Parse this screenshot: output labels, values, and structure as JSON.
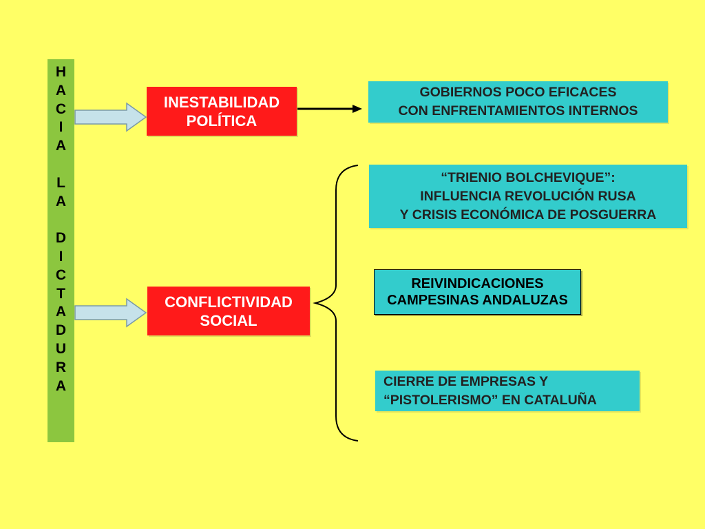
{
  "vertical_bar": {
    "text": "HACIA LA DICTADURA"
  },
  "boxes": {
    "inestabilidad": "INESTABILIDAD\nPOLÍTICA",
    "conflictividad": "CONFLICTIVIDAD\nSOCIAL",
    "gobiernos": "GOBIERNOS POCO EFICACES\nCON ENFRENTAMIENTOS INTERNOS",
    "trienio": "“TRIENIO BOLCHEVIQUE”:\nINFLUENCIA REVOLUCIÓN RUSA\nY CRISIS ECONÓMICA DE POSGUERRA",
    "reivindicaciones": "REIVINDICACIONES\nCAMPESINAS ANDALUZAS",
    "cierre": "CIERRE DE EMPRESAS Y\n“PISTOLERISMO” EN CATALUÑA"
  },
  "colors": {
    "background": "#ffff66",
    "bar": "#8cc63f",
    "red": "#ff1a1a",
    "cyan": "#33cccc",
    "arrow_fill": "#c6e2ea",
    "arrow_stroke": "#7a9aa8"
  }
}
